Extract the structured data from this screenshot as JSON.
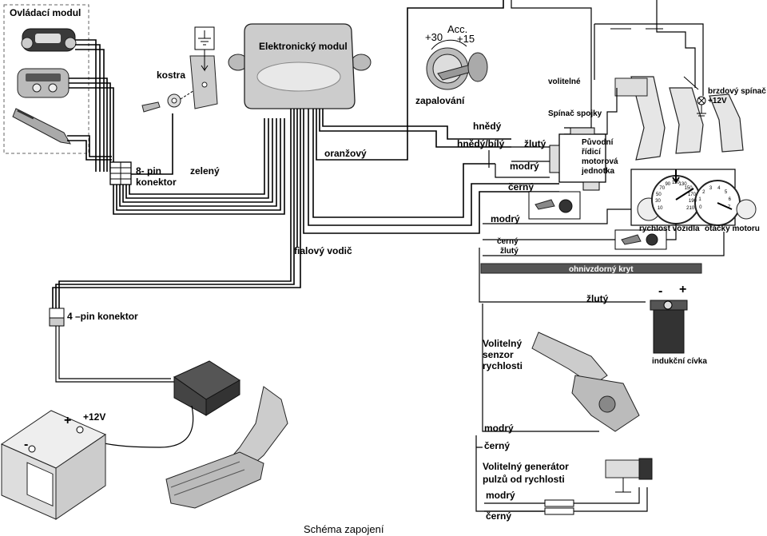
{
  "labels": {
    "control_module": "Ovládací modul",
    "electronic_module": "Elektronický modul",
    "ground": "kostra",
    "connector_8pin_a": "8- pin",
    "connector_8pin_b": "konektor",
    "green": "zelený",
    "orange": "oranžový",
    "purple_wire": "fialový vodič",
    "ignition": "zapalování",
    "ign_plus30": "+30",
    "ign_acc": "Acc.",
    "ign_plus15": "+15",
    "brown": "hnědý",
    "brown_white": "hnědý/bílý",
    "optional": "volitelné",
    "clutch_switch": "Spínač spojky",
    "brake_switch": "brzdový spínač",
    "plus12v_brake": "+12V",
    "yellow_1": "žlutý",
    "blue_1": "modrý",
    "ecu_1": "Původní",
    "ecu_2": "řídicí",
    "ecu_3": "motorová",
    "ecu_4": "jednotka",
    "black_1": "černý",
    "blue_2": "modrý",
    "black_yellow_1": "černý",
    "black_yellow_2": "žlutý",
    "speedometer": "rychlost vozidla",
    "tachometer": "otáčky motoru",
    "firewall": "ohnivzdorný kryt",
    "connector_4pin": "4 –pin konektor",
    "yellow_2": "žlutý",
    "ignition_coil": "indukční cívka",
    "coil_minus": "-",
    "coil_plus": "+",
    "speed_sensor_1": "Volitelný",
    "speed_sensor_2": "senzor",
    "speed_sensor_3": "rychlosti",
    "battery_plus12v": "+12V",
    "battery_plus": "+",
    "battery_minus": "-",
    "blue_3": "modrý",
    "black_2": "černý",
    "pulse_gen_1": "Volitelný generátor",
    "pulse_gen_2": "pulzů od rychlosti",
    "blue_4": "modrý",
    "black_3": "černý",
    "caption": "Schéma zapojení"
  },
  "gauges": {
    "speed_ticks": [
      "10",
      "30",
      "50",
      "70",
      "90",
      "110",
      "130",
      "150",
      "170",
      "190",
      "210"
    ],
    "rpm_ticks": [
      "0",
      "1",
      "2",
      "3",
      "4",
      "5",
      "6",
      "7"
    ]
  }
}
